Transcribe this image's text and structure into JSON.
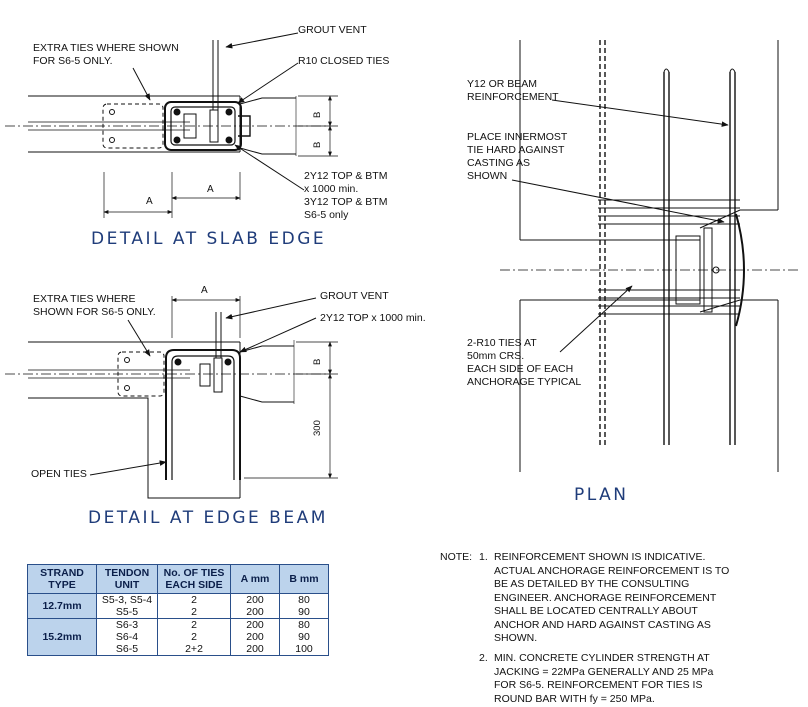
{
  "slab_edge": {
    "title": "DETAIL AT SLAB EDGE",
    "extra_ties": "EXTRA TIES WHERE SHOWN\nFOR S6-5 ONLY.",
    "grout_vent": "GROUT VENT",
    "closed_ties": "R10 CLOSED TIES",
    "bars": "2Y12 TOP & BTM\nx 1000 min.\n3Y12 TOP & BTM\nS6-5 only",
    "dim_a": "A",
    "dim_b": "B"
  },
  "edge_beam": {
    "title": "DETAIL AT EDGE BEAM",
    "extra_ties": "EXTRA TIES WHERE\nSHOWN FOR S6-5 ONLY.",
    "grout_vent": "GROUT VENT",
    "bars": "2Y12 TOP x 1000 min.",
    "open_ties": "OPEN TIES",
    "dim_a": "A",
    "dim_b": "B",
    "dim_300": "300"
  },
  "plan": {
    "title": "PLAN",
    "beam_reinf": "Y12 OR BEAM\nREINFORCEMENT",
    "innermost": "PLACE INNERMOST\nTIE HARD AGAINST\nCASTING AS\nSHOWN",
    "ties": "2-R10 TIES AT\n50mm CRS.\nEACH SIDE OF EACH\nANCHORAGE TYPICAL"
  },
  "table": {
    "headers": [
      "STRAND TYPE",
      "TENDON UNIT",
      "No. OF TIES EACH SIDE",
      "A mm",
      "B mm"
    ],
    "groups": [
      {
        "type": "12.7mm",
        "rows": [
          [
            "S5-3, S5-4",
            "2",
            "200",
            "80"
          ],
          [
            "S5-5",
            "2",
            "200",
            "90"
          ]
        ]
      },
      {
        "type": "15.2mm",
        "rows": [
          [
            "S6-3",
            "2",
            "200",
            "80"
          ],
          [
            "S6-4",
            "2",
            "200",
            "90"
          ],
          [
            "S6-5",
            "2+2",
            "200",
            "100"
          ]
        ]
      }
    ]
  },
  "notes": {
    "label": "NOTE:",
    "n1_num": "1.",
    "n1": "REINFORCEMENT SHOWN IS INDICATIVE.\nACTUAL ANCHORAGE REINFORCEMENT IS TO\nBE AS DETAILED BY THE CONSULTING\nENGINEER. ANCHORAGE REINFORCEMENT\nSHALL BE LOCATED CENTRALLY ABOUT\nANCHOR AND HARD AGAINST CASTING AS\nSHOWN.",
    "n2_num": "2.",
    "n2": "MIN. CONCRETE CYLINDER STRENGTH AT\nJACKING = 22MPa GENERALLY AND 25 MPa\nFOR S6-5. REINFORCEMENT FOR TIES IS\nROUND BAR WITH fy = 250 MPa."
  }
}
